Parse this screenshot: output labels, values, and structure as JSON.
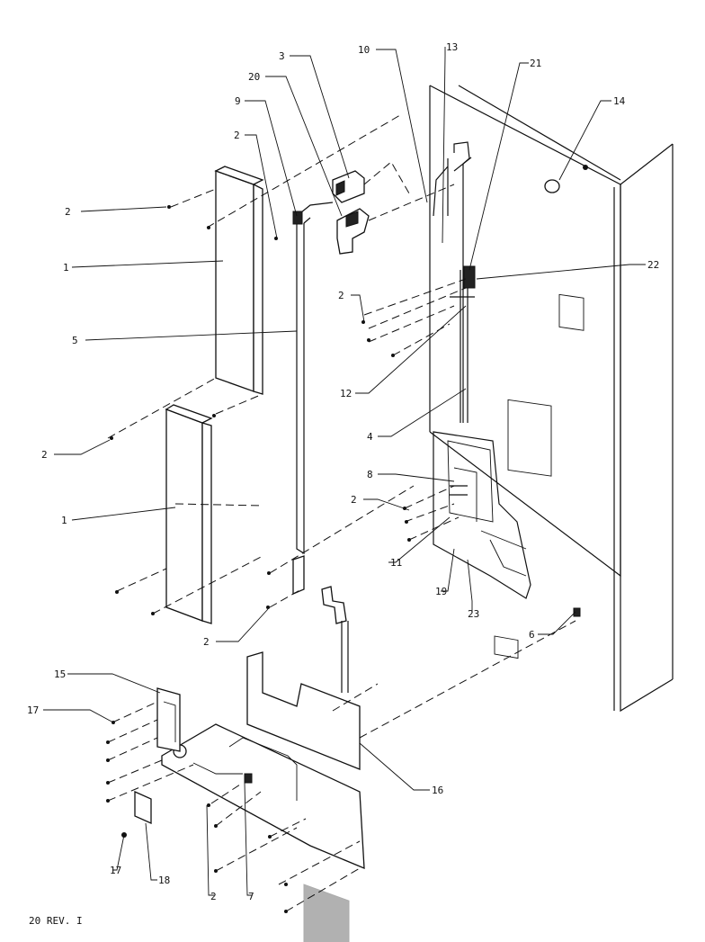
{
  "drawing": {
    "revision_note": "20 REV. I",
    "callouts": [
      {
        "id": "c3",
        "text": "3"
      },
      {
        "id": "c20",
        "text": "20"
      },
      {
        "id": "c9",
        "text": "9"
      },
      {
        "id": "c2a",
        "text": "2"
      },
      {
        "id": "c2b",
        "text": "2"
      },
      {
        "id": "c1a",
        "text": "1"
      },
      {
        "id": "c5",
        "text": "5"
      },
      {
        "id": "c2c",
        "text": "2"
      },
      {
        "id": "c1b",
        "text": "1"
      },
      {
        "id": "c2d",
        "text": "2"
      },
      {
        "id": "c10",
        "text": "10"
      },
      {
        "id": "c13",
        "text": "13"
      },
      {
        "id": "c21",
        "text": "21"
      },
      {
        "id": "c14",
        "text": "14"
      },
      {
        "id": "c22",
        "text": "22"
      },
      {
        "id": "c2e",
        "text": "2"
      },
      {
        "id": "c12",
        "text": "12"
      },
      {
        "id": "c4",
        "text": "4"
      },
      {
        "id": "c8",
        "text": "8"
      },
      {
        "id": "c2f",
        "text": "2"
      },
      {
        "id": "c11",
        "text": "11"
      },
      {
        "id": "c19",
        "text": "19"
      },
      {
        "id": "c23",
        "text": "23"
      },
      {
        "id": "c6",
        "text": "6"
      },
      {
        "id": "c15",
        "text": "15"
      },
      {
        "id": "c17a",
        "text": "17"
      },
      {
        "id": "c16",
        "text": "16"
      },
      {
        "id": "c17b",
        "text": "17"
      },
      {
        "id": "c18",
        "text": "18"
      },
      {
        "id": "c2g",
        "text": "2"
      },
      {
        "id": "c7",
        "text": "7"
      }
    ]
  }
}
